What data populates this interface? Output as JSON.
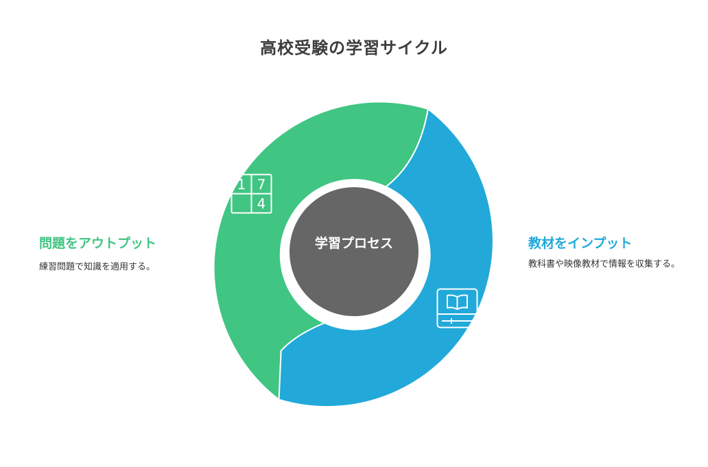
{
  "title": "高校受験の学習サイクル",
  "center": {
    "label": "学習プロセス"
  },
  "segments": [
    {
      "id": "output",
      "title": "問題をアウトプット",
      "description": "練習問題で知識を適用する。",
      "icon": "number-grid-icon",
      "grid_digits": [
        "1",
        "7",
        "",
        "4"
      ],
      "color": "#40c583"
    },
    {
      "id": "input",
      "title": "教材をインプット",
      "description": "教科書や映像教材で情報を収集する。",
      "icon": "book-video-icon",
      "color": "#22a9da"
    }
  ],
  "colors": {
    "center": "#666666",
    "title": "#3c3c3c",
    "background": "#ffffff"
  }
}
